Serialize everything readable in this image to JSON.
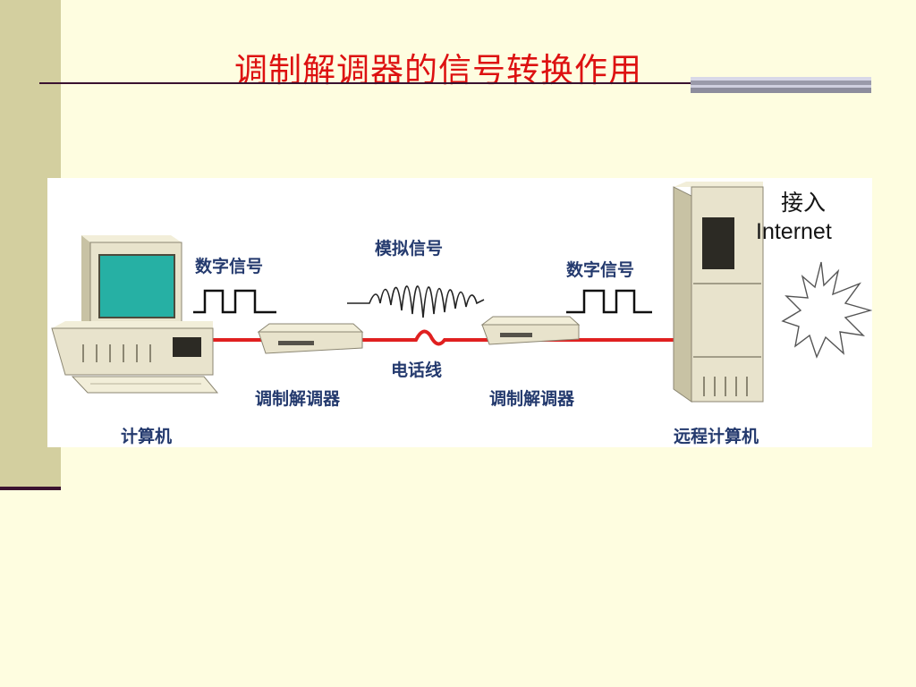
{
  "slide": {
    "title": "调制解调器的信号转换作用"
  },
  "diagram": {
    "labels": {
      "digital_signal_left": "数字信号",
      "analog_signal": "模拟信号",
      "digital_signal_right": "数字信号",
      "phone_line": "电话线",
      "modem_left": "调制解调器",
      "modem_right": "调制解调器",
      "computer": "计算机",
      "remote_computer": "远程计算机",
      "access": "接入",
      "internet": "Internet"
    },
    "colors": {
      "line": "#e02020",
      "label": "#243a6e",
      "monitor_screen": "#26b0a4",
      "beige": "#e8e3cc"
    },
    "icons": [
      "computer-icon",
      "modem-icon",
      "server-tower-icon",
      "internet-burst-icon",
      "square-wave-icon",
      "analog-wave-icon"
    ]
  }
}
